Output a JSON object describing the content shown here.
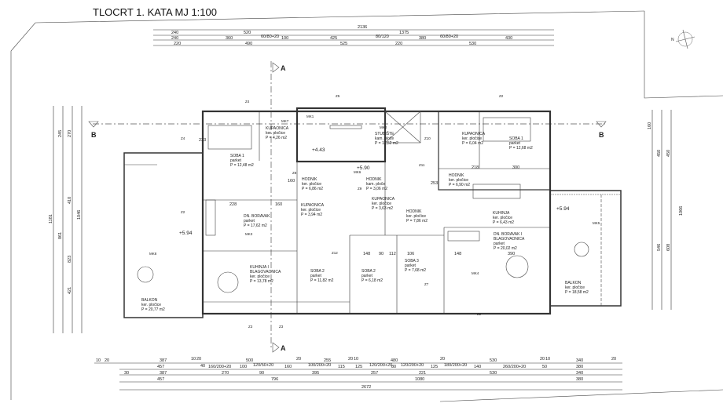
{
  "title": "TLOCRT  1. KATA MJ 1:100",
  "section_marks": {
    "a_top": "A",
    "a_bottom": "A",
    "b_left": "B",
    "b_right": "B"
  },
  "rooms": [
    {
      "name": "SOBA 1",
      "floor": "parket",
      "area": "P = 12,48 m2"
    },
    {
      "name": "KUPAONICA",
      "floor": "ker. pločice",
      "area": "P = 4,26 m2"
    },
    {
      "name": "STUBIŠTE",
      "floor": "kam. ploče",
      "area": "P = 12,52 m2"
    },
    {
      "name": "HODNIK",
      "floor": "ker. pločice",
      "area": "P = 6,86 m2"
    },
    {
      "name": "HODNIK",
      "floor": "kam. ploče",
      "area": "P = 3,06 m2"
    },
    {
      "name": "KUPAONICA",
      "floor": "ker. pločice",
      "area": "P = 3,94 m2"
    },
    {
      "name": "KUPAONICA",
      "floor": "ker. pločice",
      "area": "P = 3,63 m2"
    },
    {
      "name": "HODNIK",
      "floor": "ker. pločice",
      "area": "P = 7,86 m2"
    },
    {
      "name": "DN. BORAVAK",
      "floor": "parket",
      "area": "P = 17,62 m2"
    },
    {
      "name": "KUHINJA I",
      "name2": "BLAGOVAONICA",
      "floor": "ker. pločice",
      "area": "P = 13,78 m2"
    },
    {
      "name": "SOBA 2",
      "floor": "parket",
      "area": "P = 11,82 m2"
    },
    {
      "name": "SOBA 2",
      "floor": "parket",
      "area": "P = 6,18 m2"
    },
    {
      "name": "SOBA 3",
      "floor": "parket",
      "area": "P = 7,68 m2"
    },
    {
      "name": "DN. BORAVAK I",
      "name2": "BLAGOVAONICA",
      "floor": "parket",
      "area": "P = 20,02 m2"
    },
    {
      "name": "KUHINJA",
      "floor": "ker. pločice",
      "area": "P = 6,43 m2"
    },
    {
      "name": "HODNIK",
      "floor": "ker. pločice",
      "area": "P = 6,90 m2"
    },
    {
      "name": "KUPAONICA",
      "floor": "ker. pločice",
      "area": "P = 6,04 m2"
    },
    {
      "name": "SOBA 1",
      "floor": "parket",
      "area": "P = 12,68 m2"
    },
    {
      "name": "BALKON",
      "floor": "ker. pločice",
      "area": "P = 20,77 m2"
    },
    {
      "name": "BALKON",
      "floor": "ker. pločice",
      "area": "P = 18,58 m2"
    }
  ],
  "levels": [
    "+4.43",
    "+5.90",
    "+5.94",
    "+5.94"
  ],
  "tags": [
    "Z4",
    "Z5",
    "Z2",
    "Z4",
    "Z2",
    "Z10",
    "Z11",
    "Z8",
    "Z9",
    "Z12",
    "Z7",
    "Z3",
    "Z2",
    "Z3",
    "MK7",
    "MK2",
    "MK3",
    "MK8",
    "MK6",
    "MK5",
    "MK1",
    "MK4"
  ],
  "dims_top": {
    "row1": [
      "2136"
    ],
    "row2": [
      "240",
      "520",
      "1375"
    ],
    "row3": [
      "240",
      "360",
      "60/80+20",
      "100",
      "425",
      "80/120",
      "380",
      "60/80+20",
      "430"
    ],
    "row4": [
      "220",
      "490",
      "525",
      "220",
      "530"
    ]
  },
  "dims_bottom": {
    "row1": [
      "10",
      "20",
      "387",
      "10",
      "20",
      "500",
      "20",
      "255",
      "20",
      "10",
      "480",
      "20",
      "530",
      "20",
      "10",
      "340",
      "20"
    ],
    "row2": [
      "457",
      "40",
      "160/200+20",
      "100",
      "120/50+20",
      "160",
      "100/200+20",
      "115",
      "125",
      "120/200+20",
      "80",
      "120/200+20",
      "125",
      "180/200+20",
      "140",
      "260/200+20",
      "50",
      "380"
    ],
    "row3": [
      "30",
      "387",
      "270",
      "90",
      "395",
      "257",
      "221",
      "530",
      "340"
    ],
    "row4": [
      "457",
      "796",
      "1080",
      "380"
    ],
    "row5": [
      "2672"
    ]
  },
  "dims_left": [
    "1181",
    "861",
    "1046",
    "245",
    "270",
    "410",
    "823",
    "421"
  ],
  "dims_right": [
    "1066",
    "608",
    "450",
    "450",
    "160",
    "546"
  ],
  "inner_dims": [
    "218",
    "300",
    "228",
    "160",
    "148",
    "90",
    "112",
    "106",
    "148",
    "390",
    "233",
    "253",
    "160"
  ]
}
